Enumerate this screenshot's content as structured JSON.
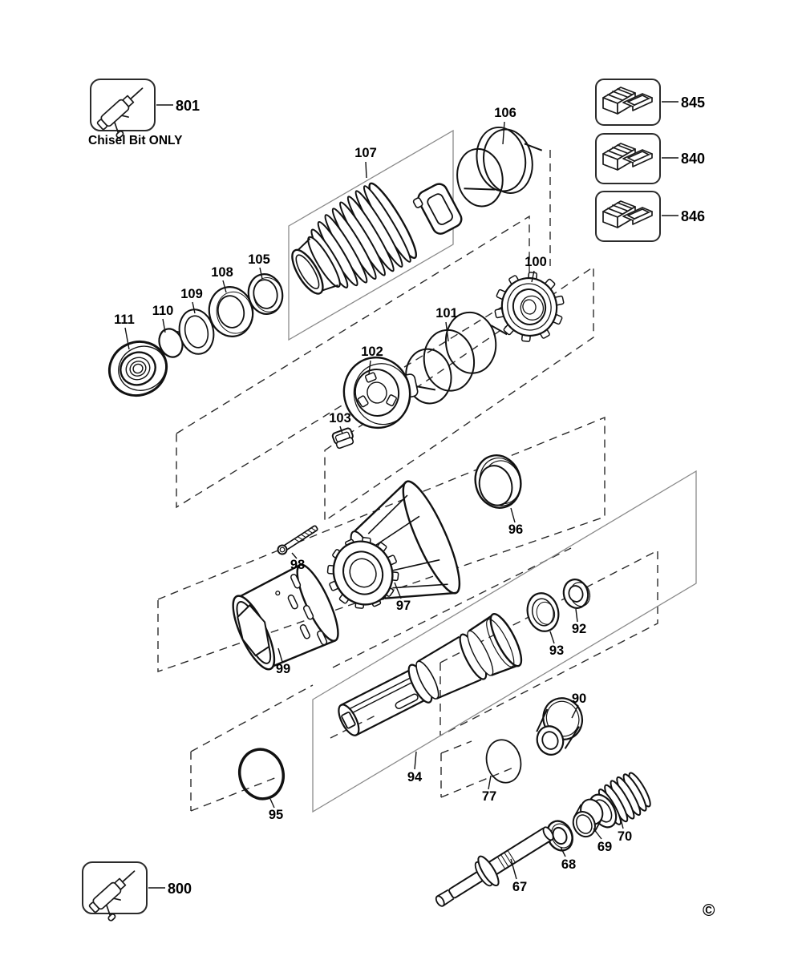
{
  "figure": {
    "background": "#ffffff",
    "line_color": "#111111",
    "group_box_color": "#8a8a8a",
    "dash_color": "#2b2b2b"
  },
  "note_chisel": "Chisel Bit ONLY",
  "copyright_symbol": "©",
  "part_labels": {
    "67": "67",
    "68": "68",
    "69": "69",
    "70": "70",
    "77": "77",
    "90": "90",
    "92": "92",
    "93": "93",
    "94": "94",
    "95": "95",
    "96": "96",
    "97": "97",
    "98": "98",
    "99": "99",
    "100": "100",
    "101": "101",
    "102": "102",
    "103": "103",
    "105": "105",
    "106": "106",
    "107": "107",
    "108": "108",
    "109": "109",
    "110": "110",
    "111": "111"
  },
  "accessory_labels": {
    "800": "800",
    "801": "801",
    "840": "840",
    "845": "845",
    "846": "846"
  }
}
